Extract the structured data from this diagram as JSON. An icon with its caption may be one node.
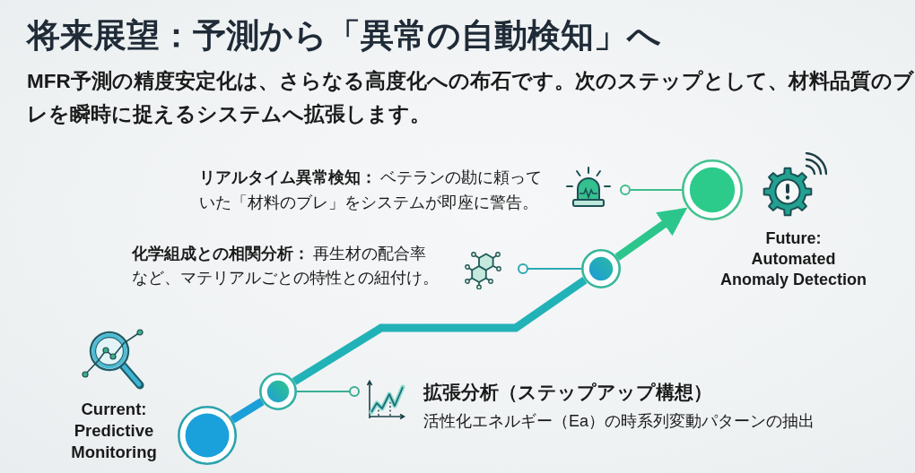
{
  "diagram": {
    "title": "将来展望：予測から「異常の自動検知」へ",
    "nodes": [
      {
        "text": [],
        "shape": "circle",
        "beside": [
          "Current:",
          "Predictive Monitoring"
        ]
      },
      {
        "text": [],
        "shape": "circle"
      },
      {
        "text": [],
        "shape": "circle"
      },
      {
        "text": [],
        "shape": "circle",
        "beside": [
          "Future:",
          "Automated Anomaly Detection"
        ]
      },
      {
        "text": [
          "拡張分析（ステップアップ構想）",
          "活性化エネルギー（Ea）の時系列変動パターンの抽出"
        ]
      },
      {
        "text": [
          "**化学組成との相関分析：**再生材の配合率など、マテリアルごとの特性との紐付け。"
        ]
      },
      {
        "text": [
          "**リアルタイム異常検知：**ベテランの勘に頼っていた「材料のブレ」をシステムが即座に警告。"
        ]
      }
    ],
    "edges": [
      {
        "from": 0,
        "to": 1,
        "arrow": "none",
        "style": "thick",
        "color": "#1a9fd8"
      },
      {
        "from": 1,
        "to": 2,
        "arrow": "none",
        "style": "thick",
        "color": "#21b2b8"
      },
      {
        "from": 2,
        "to": 3,
        "arrow": "to",
        "style": "thick",
        "color": "#2cc68c"
      },
      {
        "from": 1,
        "to": 4,
        "arrow": "other",
        "color": "#3aae94"
      },
      {
        "from": 2,
        "to": 5,
        "arrow": "other",
        "color": "#2ba9b4"
      },
      {
        "from": 3,
        "to": 6,
        "arrow": "other",
        "color": "#3ebd8c"
      }
    ],
    "labels": [
      "MFR予測の精度安定化は、さらなる高度化への布石です。次のステップとして、材料品質のブレを瞬時に捉えるシステムへ拡張します。"
    ]
  }
}
